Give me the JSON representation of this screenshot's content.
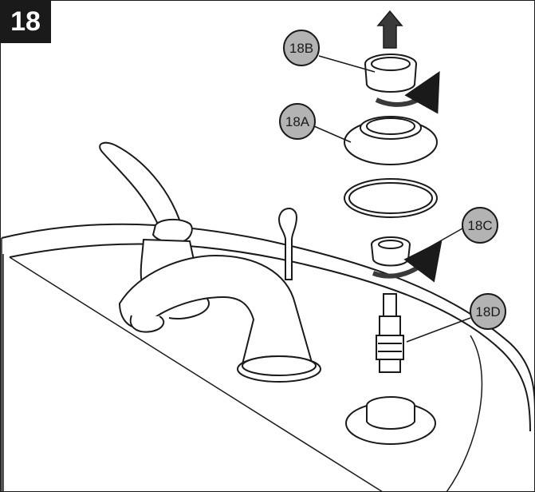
{
  "step": {
    "number": "18"
  },
  "callouts": {
    "a": "18A",
    "b": "18B",
    "c": "18C",
    "d": "18D"
  },
  "colors": {
    "callout_fill": "#b3b3b3",
    "line": "#1a1a1a",
    "arrow_fill": "#3a3a3a",
    "background": "#ffffff"
  },
  "icons": {
    "remove_arrow": "arrow-up-icon",
    "rotate_arrow": "rotate-counterclockwise-icon"
  }
}
